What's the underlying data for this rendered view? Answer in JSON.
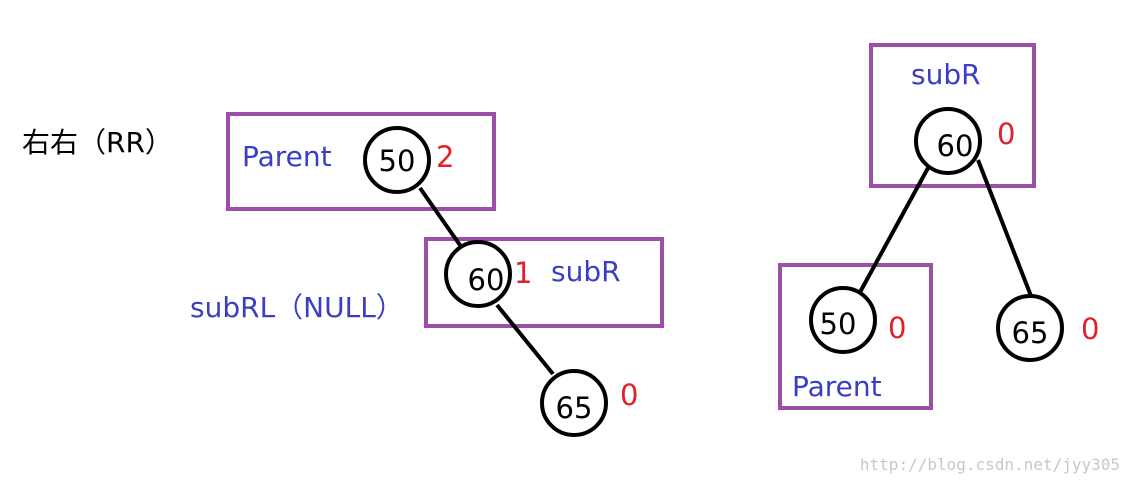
{
  "title": "右右（RR）",
  "colors": {
    "label": "#3a3fc2",
    "balance": "#e0202a",
    "box": "#9b4fa6",
    "edge": "#000000"
  },
  "before": {
    "parent_label": "Parent",
    "subR_label": "subR",
    "subRL_label": "subRL（NULL）",
    "nodes": [
      {
        "value": "50",
        "balance": "2"
      },
      {
        "value": "60",
        "balance": "1"
      },
      {
        "value": "65",
        "balance": "0"
      }
    ]
  },
  "after": {
    "subR_label": "subR",
    "parent_label": "Parent",
    "nodes": [
      {
        "value": "60",
        "balance": "0"
      },
      {
        "value": "50",
        "balance": "0"
      },
      {
        "value": "65",
        "balance": "0"
      }
    ]
  },
  "watermark": "http://blog.csdn.net/jyy305"
}
